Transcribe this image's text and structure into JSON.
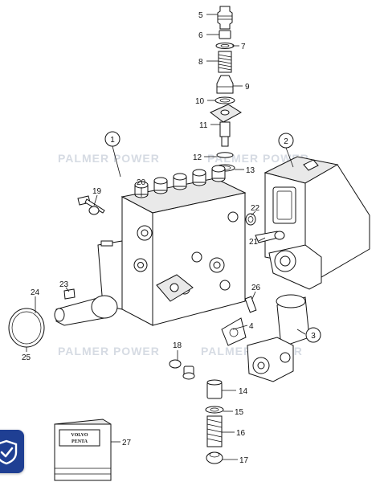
{
  "watermarks": [
    "PALMER POWER",
    "PALMER POWER",
    "PALMER POWER",
    "PALMER POWER"
  ],
  "callouts": {
    "c1": "1",
    "c2": "2",
    "c3": "3",
    "c4": "4",
    "c5": "5",
    "c6": "6",
    "c7": "7",
    "c8": "8",
    "c9": "9",
    "c10": "10",
    "c11": "11",
    "c12": "12",
    "c13": "13",
    "c14": "14",
    "c15": "15",
    "c16": "16",
    "c17": "17",
    "c18": "18",
    "c19": "19",
    "c20": "20",
    "c21": "21",
    "c22": "22",
    "c23": "23",
    "c24": "24",
    "c25": "25",
    "c26": "26",
    "c27": "27"
  },
  "manual": {
    "brand_line1": "VOLVO",
    "brand_line2": "PENTA"
  },
  "badge": {
    "icon": "shield-check-icon",
    "color": "#1f3f93"
  }
}
